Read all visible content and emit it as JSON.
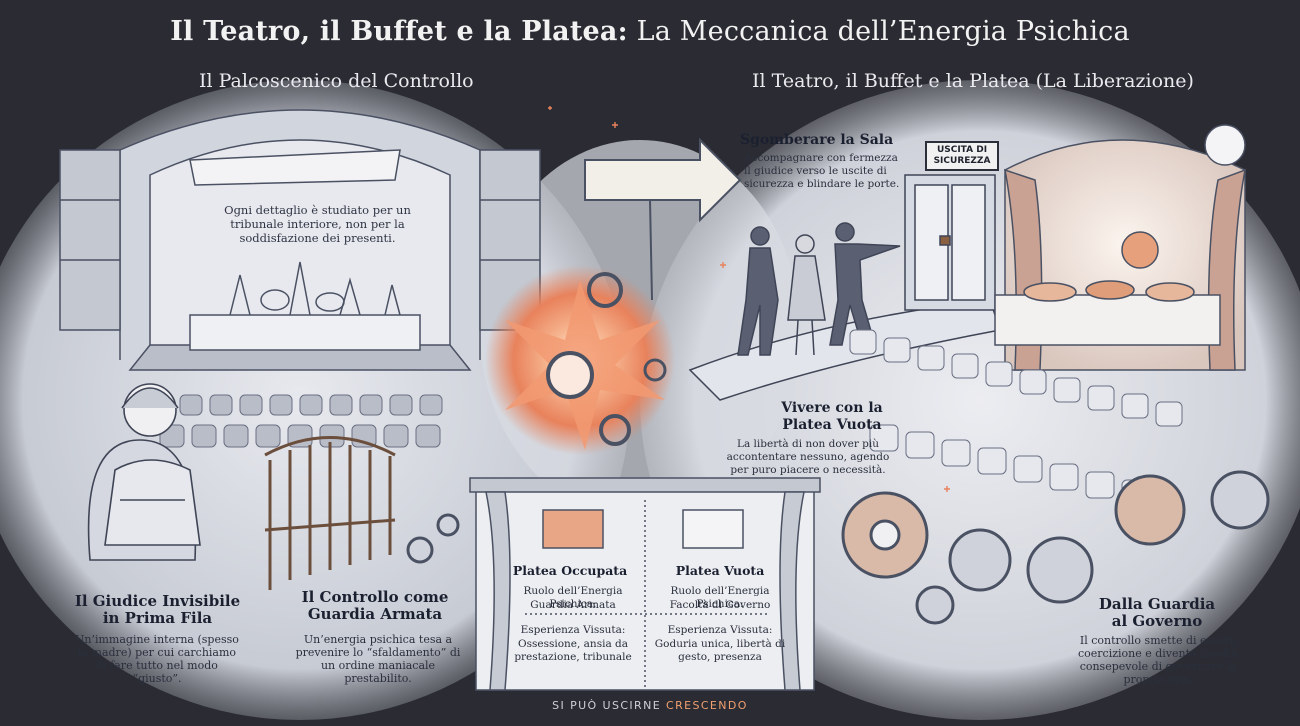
{
  "title": {
    "bold": "Il Teatro, il Buffet e la Platea:",
    "light": "La Meccanica dell’Energia Psichica"
  },
  "left_section_title": "Il Palcoscenico del Controllo",
  "right_section_title": "Il Teatro, il Buffet e la Platea (La Liberazione)",
  "stage_note": "Ogni dettaglio è studiato per un tribunale interiore, non per la soddisfazione dei presenti.",
  "exit_sign": "USCITA DI SICUREZZA",
  "judge": {
    "title": "Il Giudice Invisibile in Prima Fila",
    "text": "Un’immagine interna (spesso la madre) per cui carchiamo di fare tutto nel modo “giusto”."
  },
  "guard": {
    "title": "Il Controllo come Guardia Armata",
    "text": "Un’energia psichica tesa a prevenire lo “sfaldamento” di un ordine maniacale prestabilito."
  },
  "clear_room": {
    "title": "Sgomberare la Sala",
    "text": "Accompagnare con fermezza il giudice verso le uscite di sicurezza e blindare le porte."
  },
  "empty_audience": {
    "title": "Vivere con la Platea Vuota",
    "text": "La libertà di non dover più accontentare nessuno, agendo per puro piacere o necessità."
  },
  "guard_to_govern": {
    "title": "Dalla Guardia al Governo",
    "text": "Il controllo smette di essere coercizione e diventa facoltà consepevole di governare la propria vita."
  },
  "comparison": {
    "occupied": {
      "title": "Platea Occupata",
      "role_label": "Ruolo dell’Energia Psichica:",
      "role_value": "Guardia Armata",
      "exp_label": "Esperienza Vissuta:",
      "exp_value": "Ossessione, ansia da prestazione, tribunale"
    },
    "empty": {
      "title": "Platea Vuota",
      "role_label": "Ruolo dell’Energia Psichica:",
      "role_value": "Facoltà di Governo",
      "exp_label": "Esperienza Vissuta:",
      "exp_value": "Goduria unica, libertà di gesto, presenza"
    }
  },
  "footer": {
    "prefix": "SI PUÒ USCIRNE",
    "accent": "CRESCENDO"
  },
  "colors": {
    "background": "#2b2c33",
    "accent": "#f0a070",
    "explosion": "#e8825c"
  }
}
